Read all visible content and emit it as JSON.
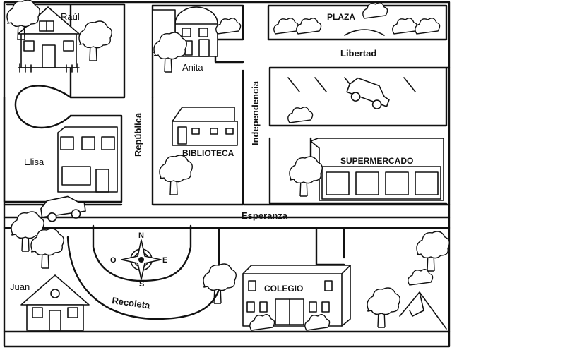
{
  "residents": {
    "raul": "Raúl",
    "anita": "Anita",
    "elisa": "Elisa",
    "juan": "Juan"
  },
  "streets": {
    "libertad": "Libertad",
    "republica": "República",
    "independencia": "Independencia",
    "esperanza": "Esperanza",
    "recoleta": "Recoleta"
  },
  "places": {
    "plaza": "PLAZA",
    "biblioteca": "BIBLIOTECA",
    "supermercado": "SUPERMERCADO",
    "colegio": "COLEGIO"
  },
  "compass": {
    "north": "N",
    "south": "S",
    "east": "E",
    "west": "O"
  },
  "icons": [
    "house-icon",
    "barn-icon",
    "car-icon",
    "tree-icon",
    "bush-icon",
    "swing-icon",
    "compass-rose-icon"
  ]
}
